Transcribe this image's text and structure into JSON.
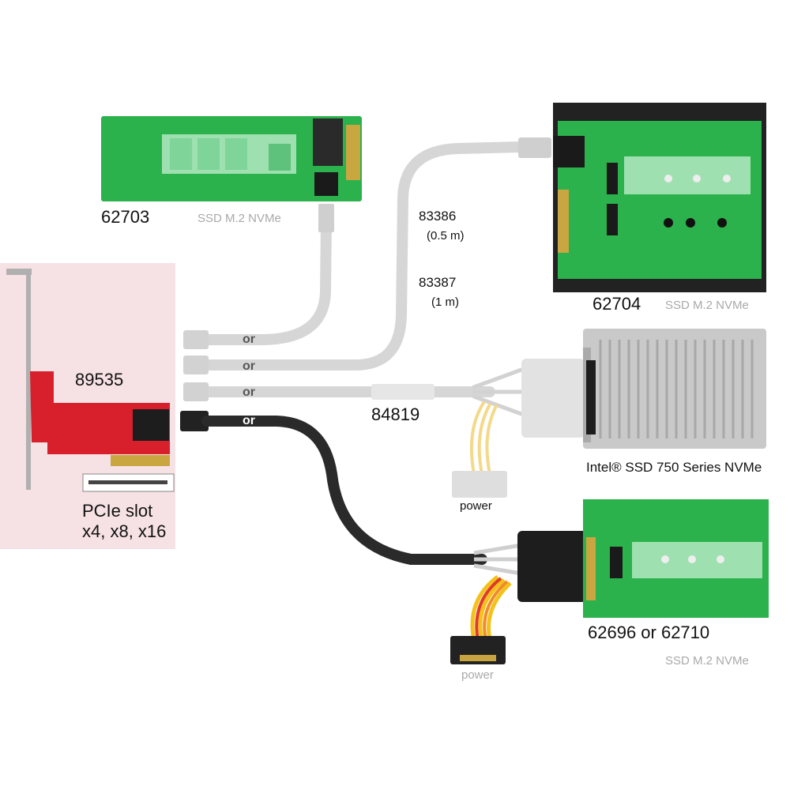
{
  "labels": {
    "adapter_62703": "62703",
    "adapter_62703_ssd": "SSD M.2 NVMe",
    "cable_83386": "83386",
    "cable_83386_len": "(0.5 m)",
    "cable_83387": "83387",
    "cable_83387_len": "(1 m)",
    "adapter_62704": "62704",
    "adapter_62704_ssd": "SSD M.2 NVMe",
    "card_89535": "89535",
    "cable_84819": "84819",
    "intel_ssd": "Intel® SSD 750 Series NVMe",
    "power_top": "power",
    "pcie_slot": "PCIe slot",
    "pcie_sizes": "x4, x8, x16",
    "adapter_62696": "62696 or 62710",
    "adapter_62696_ssd": "SSD M.2 NVMe",
    "power_bottom": "power",
    "or_1": "or",
    "or_2": "or",
    "or_3": "or",
    "or_4": "or"
  },
  "colors": {
    "pcb_green": "#2bb24c",
    "pcb_red": "#d8202c",
    "panel_pink": "#f6e1e4",
    "cable_light": "#dcdcdc",
    "cable_dark": "#2a2a2a",
    "ssd_silver": "#c9c9c9",
    "wire_yellow": "#f2c21b",
    "wire_red": "#e03a2a",
    "wire_orange": "#f08a2a"
  },
  "icons": [
    "pcie-card",
    "m2-adapter-board",
    "sff-8643-connector",
    "u2-connector",
    "sata-power-connector",
    "intel-ssd-drive"
  ]
}
